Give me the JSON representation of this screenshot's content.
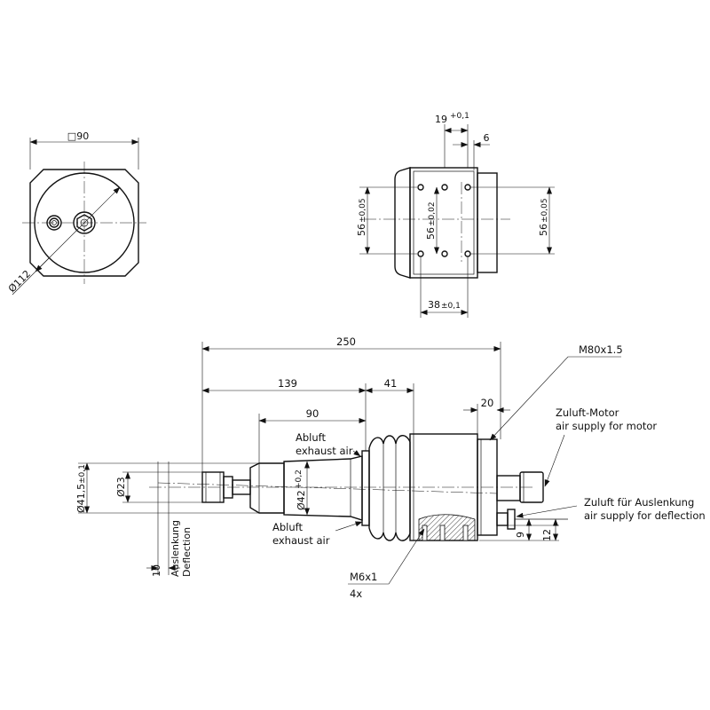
{
  "front_view": {
    "square_size": "□90",
    "diameter": "Ø112"
  },
  "side_view": {
    "dim_19": "19",
    "dim_19_tol": "+0,1",
    "dim_6": "6",
    "dim_56_left": "56",
    "dim_56_left_tol": "±0,05",
    "dim_56_center": "56",
    "dim_56_center_tol": "±0,02",
    "dim_56_right": "56",
    "dim_56_right_tol": "±0,05",
    "dim_38": "38",
    "dim_38_tol": "±0,1"
  },
  "main_view": {
    "dim_250": "250",
    "dim_139": "139",
    "dim_41": "41",
    "dim_90": "90",
    "dim_20": "20",
    "thread_m80": "M80x1.5",
    "exhaust_top_de": "Abluft",
    "exhaust_top_en": "exhaust air",
    "exhaust_bottom_de": "Abluft",
    "exhaust_bottom_en": "exhaust air",
    "motor_air_de": "Zuluft-Motor",
    "motor_air_en": "air supply for motor",
    "deflection_air_de": "Zuluft für Auslenkung",
    "deflection_air_en": "air supply for deflection",
    "dia_41_5": "Ø41,5",
    "dia_41_5_tol": "±0,1",
    "dia_23": "Ø23",
    "dia_42": "Ø42",
    "dia_42_tol": "+0,2",
    "deflection_value": "10",
    "deflection_de": "Auslenkung",
    "deflection_en": "Deflection",
    "dim_9": "9",
    "dim_12": "12",
    "thread_m6": "M6x1",
    "thread_m6_count": "4x"
  }
}
